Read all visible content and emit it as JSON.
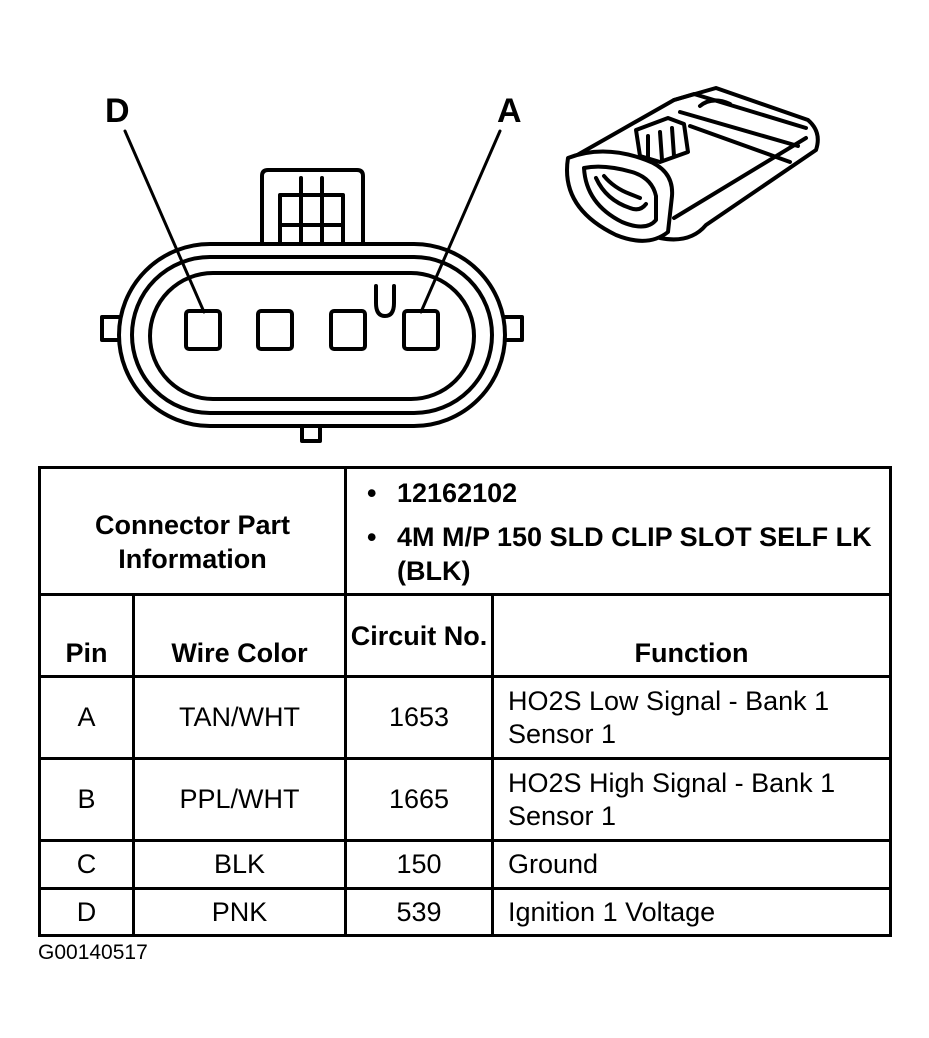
{
  "diagram": {
    "pin_labels": {
      "left": "D",
      "right": "A"
    }
  },
  "table": {
    "info_label": "Connector Part Information",
    "part_info": [
      "12162102",
      "4M M/P 150 SLD CLIP SLOT SELF LK (BLK)"
    ],
    "headers": {
      "pin": "Pin",
      "wire_color": "Wire Color",
      "circuit": "Circuit No.",
      "function": "Function"
    },
    "rows": [
      {
        "pin": "A",
        "wire_color": "TAN/WHT",
        "circuit": "1653",
        "function": "HO2S Low Signal - Bank 1 Sensor 1"
      },
      {
        "pin": "B",
        "wire_color": "PPL/WHT",
        "circuit": "1665",
        "function": "HO2S High Signal - Bank 1 Sensor 1"
      },
      {
        "pin": "C",
        "wire_color": "BLK",
        "circuit": "150",
        "function": "Ground"
      },
      {
        "pin": "D",
        "wire_color": "PNK",
        "circuit": "539",
        "function": "Ignition 1 Voltage"
      }
    ]
  },
  "figure_id": "G00140517"
}
